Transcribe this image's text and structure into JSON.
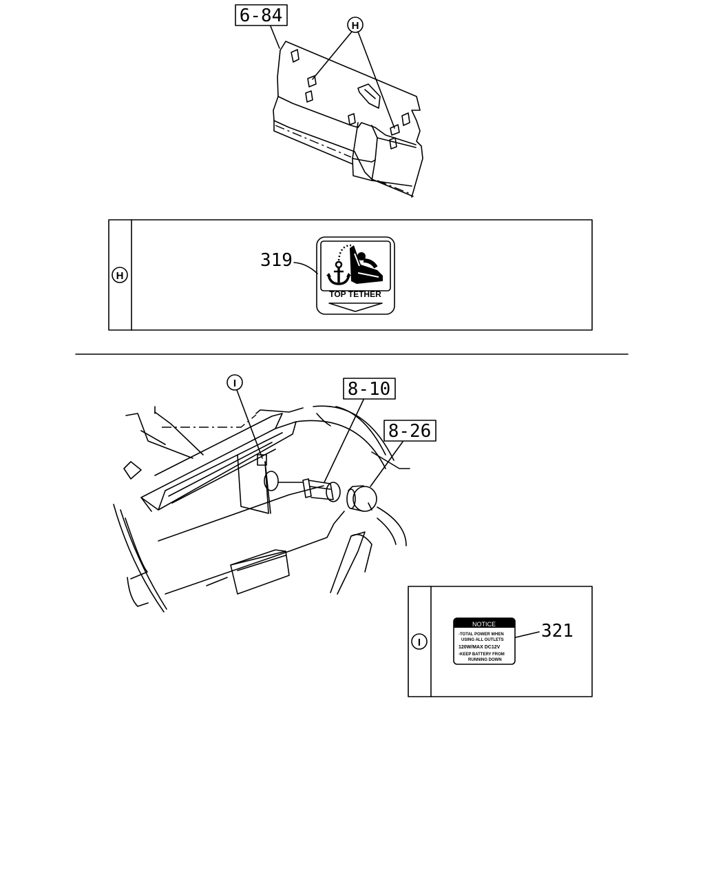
{
  "callouts": {
    "ref_top": "6-84",
    "ref_outlet": "8-10",
    "ref_cap": "8-26"
  },
  "markers": {
    "h": "H",
    "i": "I"
  },
  "detail_h": {
    "marker": "H",
    "part_number": "319",
    "label_text": "TOP TETHER",
    "icon": "anchor-child-seat-icon"
  },
  "detail_i": {
    "marker": "I",
    "part_number": "321",
    "notice_title": "NOTICE",
    "notice_lines": [
      "-TOTAL POWER WHEN",
      "USING ALL OUTLETS",
      "120W/MAX DC12V",
      "-KEEP BATTERY FROM",
      "RUNNING DOWN"
    ]
  }
}
